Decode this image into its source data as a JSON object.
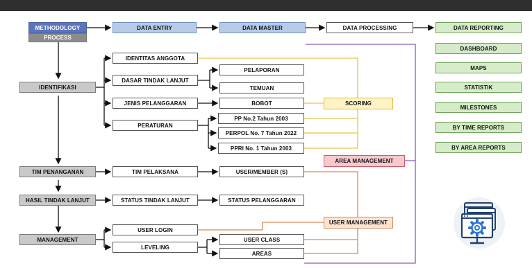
{
  "header": {
    "methodology_label": "METHODOLOGY",
    "process_label": "PROCESS"
  },
  "flow": {
    "data_entry": "DATA ENTRY",
    "data_master": "DATA MASTER",
    "data_processing": "DATA PROCESSING",
    "data_reporting": "DATA REPORTING"
  },
  "reporting_items": [
    "DASHBOARD",
    "MAPS",
    "STATISTIK",
    "MILESTONES",
    "BY TIME REPORTS",
    "BY AREA REPORTS"
  ],
  "process_steps": {
    "identifikasi": "IDENTIFIKASI",
    "tim_penanganan": "TIM PENANGANAN",
    "hasil_tindak_lanjut": "HASIL TINDAK LANJUT",
    "management": "MANAGEMENT"
  },
  "entry_items": {
    "identitas_anggota": "IDENTITAS ANGGOTA",
    "dasar_tindak_lanjut": "DASAR TINDAK LANJUT",
    "jenis_pelanggaran": "JENIS PELANGGARAN",
    "peraturan": "PERATURAN",
    "tim_pelaksana": "TIM PELAKSANA",
    "status_tindak_lanjut": "STATUS TINDAK LANJUT",
    "user_login": "USER LOGIN",
    "leveling": "LEVELING"
  },
  "master_items": {
    "pelaporan": "PELAPORAN",
    "temuan": "TEMUAN",
    "bobot": "BOBOT",
    "pp": "PP No.2 Tahun 2003",
    "perpol": "PERPOL No. 7 Tahun 2022",
    "ppri": "PPRI No. 1 Tahun 2003",
    "user_member": "USER/MEMBER (S)",
    "status_pelanggaran": "STATUS PELANGGARAN",
    "user_class": "USER CLASS",
    "areas": "AREAS"
  },
  "processing_items": {
    "scoring": "SCORING",
    "area_management": "AREA MANAGEMENT",
    "user_management": "USER MANAGEMENT"
  },
  "icons": {
    "settings_monitor": "gear-monitor-icon"
  },
  "colors": {
    "methodology": "#5b75bd",
    "process": "#8c8c8c",
    "data_entry": "#b7cbe9",
    "data_reporting": "#d6ecc9",
    "scoring_line": "#e8c34a",
    "area_line": "#8a59b8",
    "user_line": "#d38a55"
  }
}
